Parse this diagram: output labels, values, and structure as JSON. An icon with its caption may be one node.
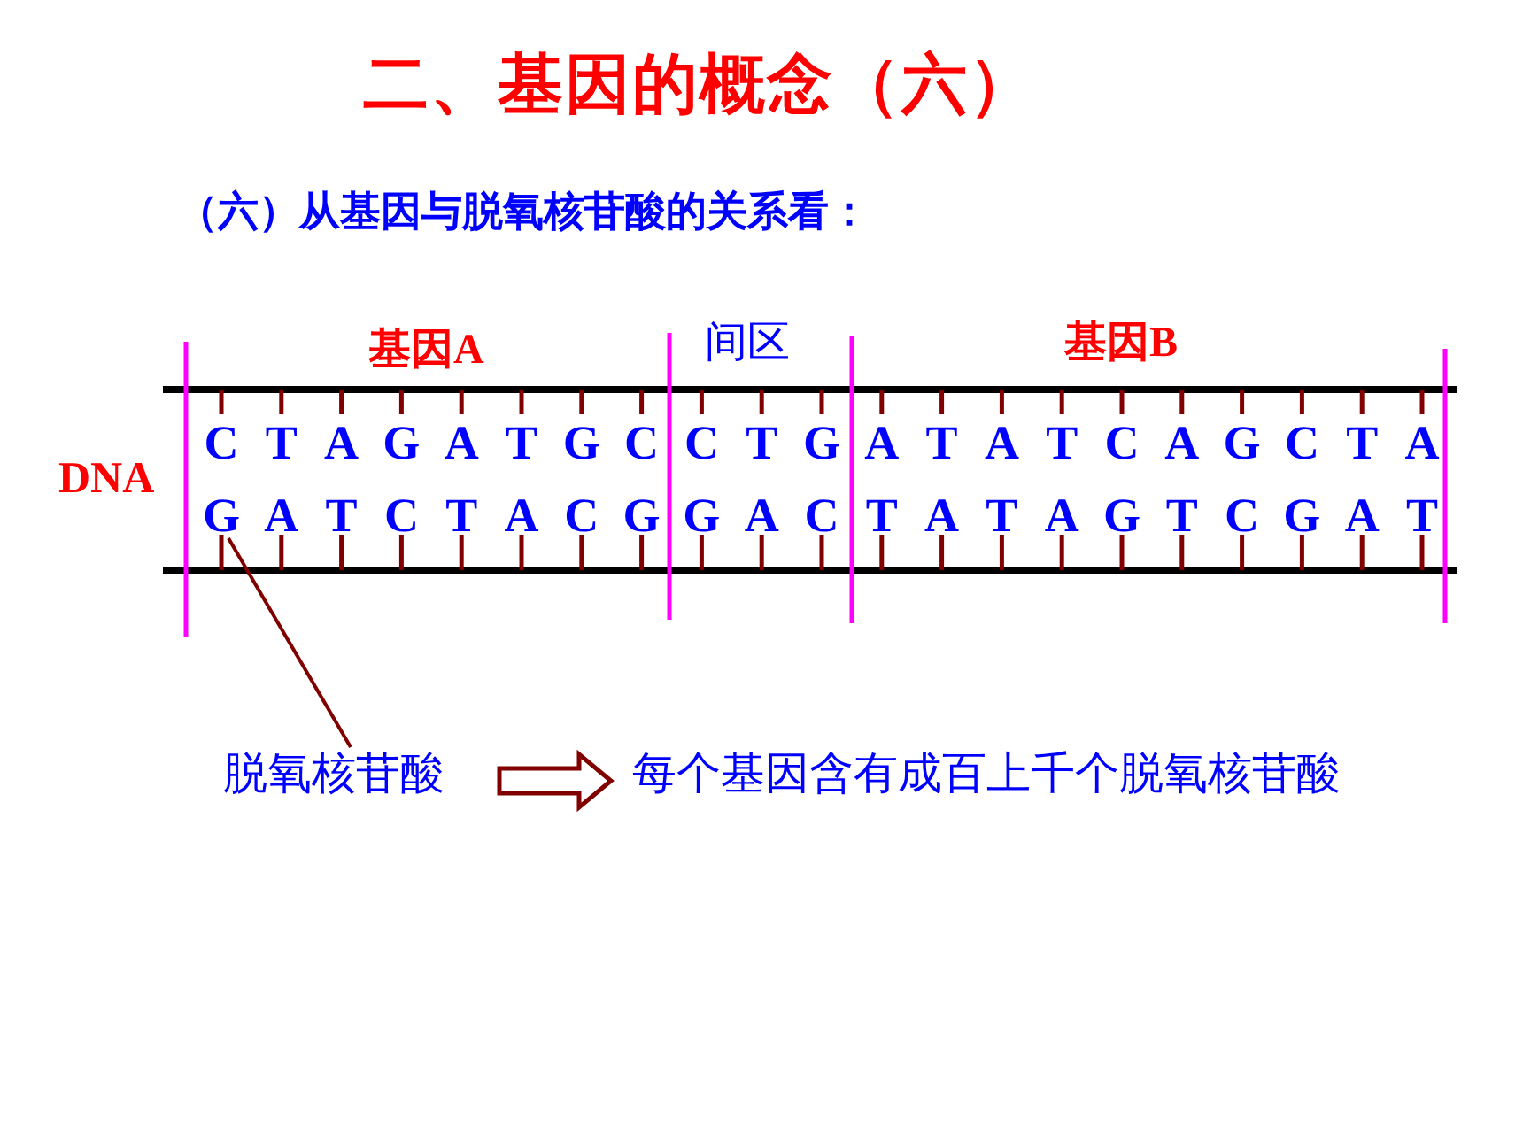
{
  "diagram": {
    "title": "二、基因的概念（六）",
    "nodes": [
      {
        "text": [
          "脱氧核苷酸"
        ]
      },
      {
        "text": [
          "G"
        ]
      },
      {
        "text": [
          "每个基因含有成百上千个脱氧核苷酸"
        ]
      }
    ],
    "edges": [
      {
        "from": 1,
        "to": 0,
        "arrow": "none"
      },
      {
        "from": 0,
        "to": 2,
        "arrow": "to"
      }
    ],
    "labels": [
      "（六）从基因与脱氧核苷酸的关系看：",
      "基因A",
      "间区",
      "基因B",
      "DNA",
      "C",
      "T",
      "A",
      "G",
      "A",
      "T",
      "G",
      "C",
      "C",
      "T",
      "G",
      "A",
      "T",
      "A",
      "T",
      "C",
      "A",
      "G",
      "C",
      "T",
      "A",
      "A",
      "T",
      "C",
      "T",
      "A",
      "C",
      "G",
      "G",
      "A",
      "C",
      "T",
      "A",
      "T",
      "A",
      "G",
      "T",
      "C",
      "G",
      "A",
      "T"
    ]
  }
}
